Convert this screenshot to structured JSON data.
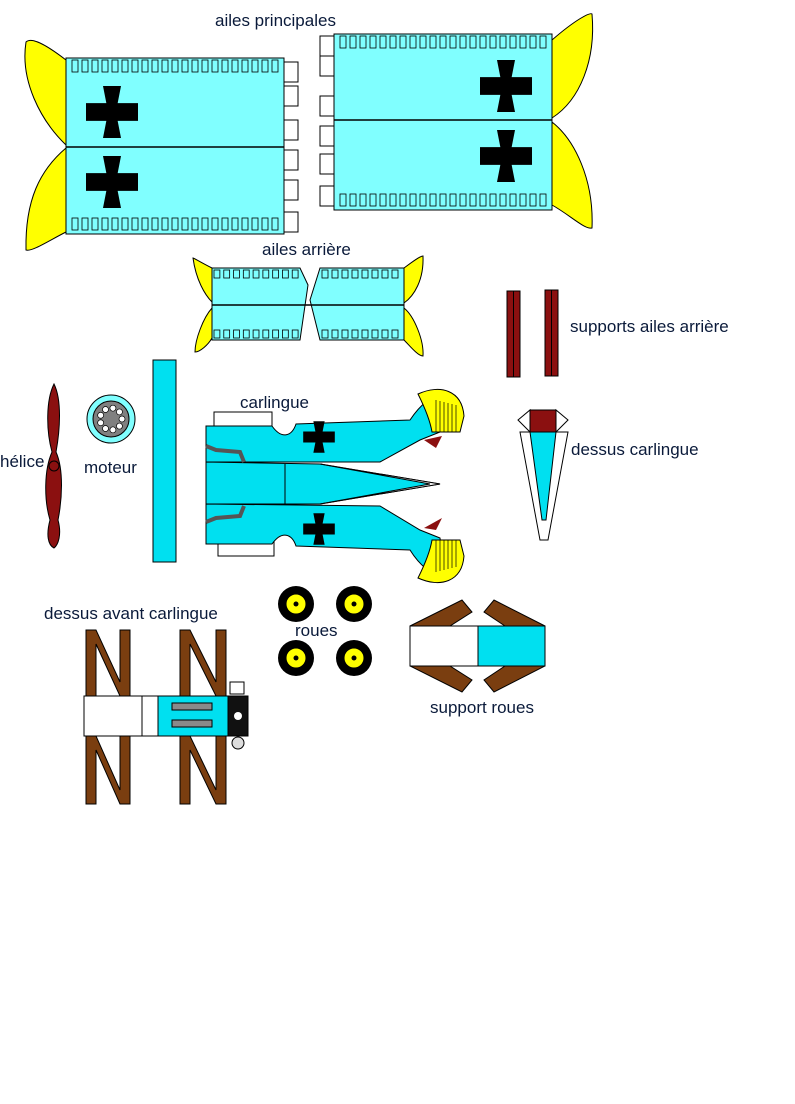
{
  "labels": {
    "main_wings": "ailes principales",
    "rear_wings": "ailes arrière",
    "rear_wing_supports": "supports ailes arrière",
    "fuselage": "carlingue",
    "fuselage_top": "dessus carlingue",
    "propeller": "hélice",
    "engine": "moteur",
    "front_top_fuselage": "dessus avant carlingue",
    "wheels": "roues",
    "wheel_support": "support roues"
  },
  "colors": {
    "wing": "#80ffff",
    "fuselage": "#00e0f0",
    "wing_tip": "#ffff00",
    "outline": "#000000",
    "cross": "#000000",
    "propeller": "#8b1010",
    "strut": "#7a3e10",
    "paper": "#ffffff"
  }
}
